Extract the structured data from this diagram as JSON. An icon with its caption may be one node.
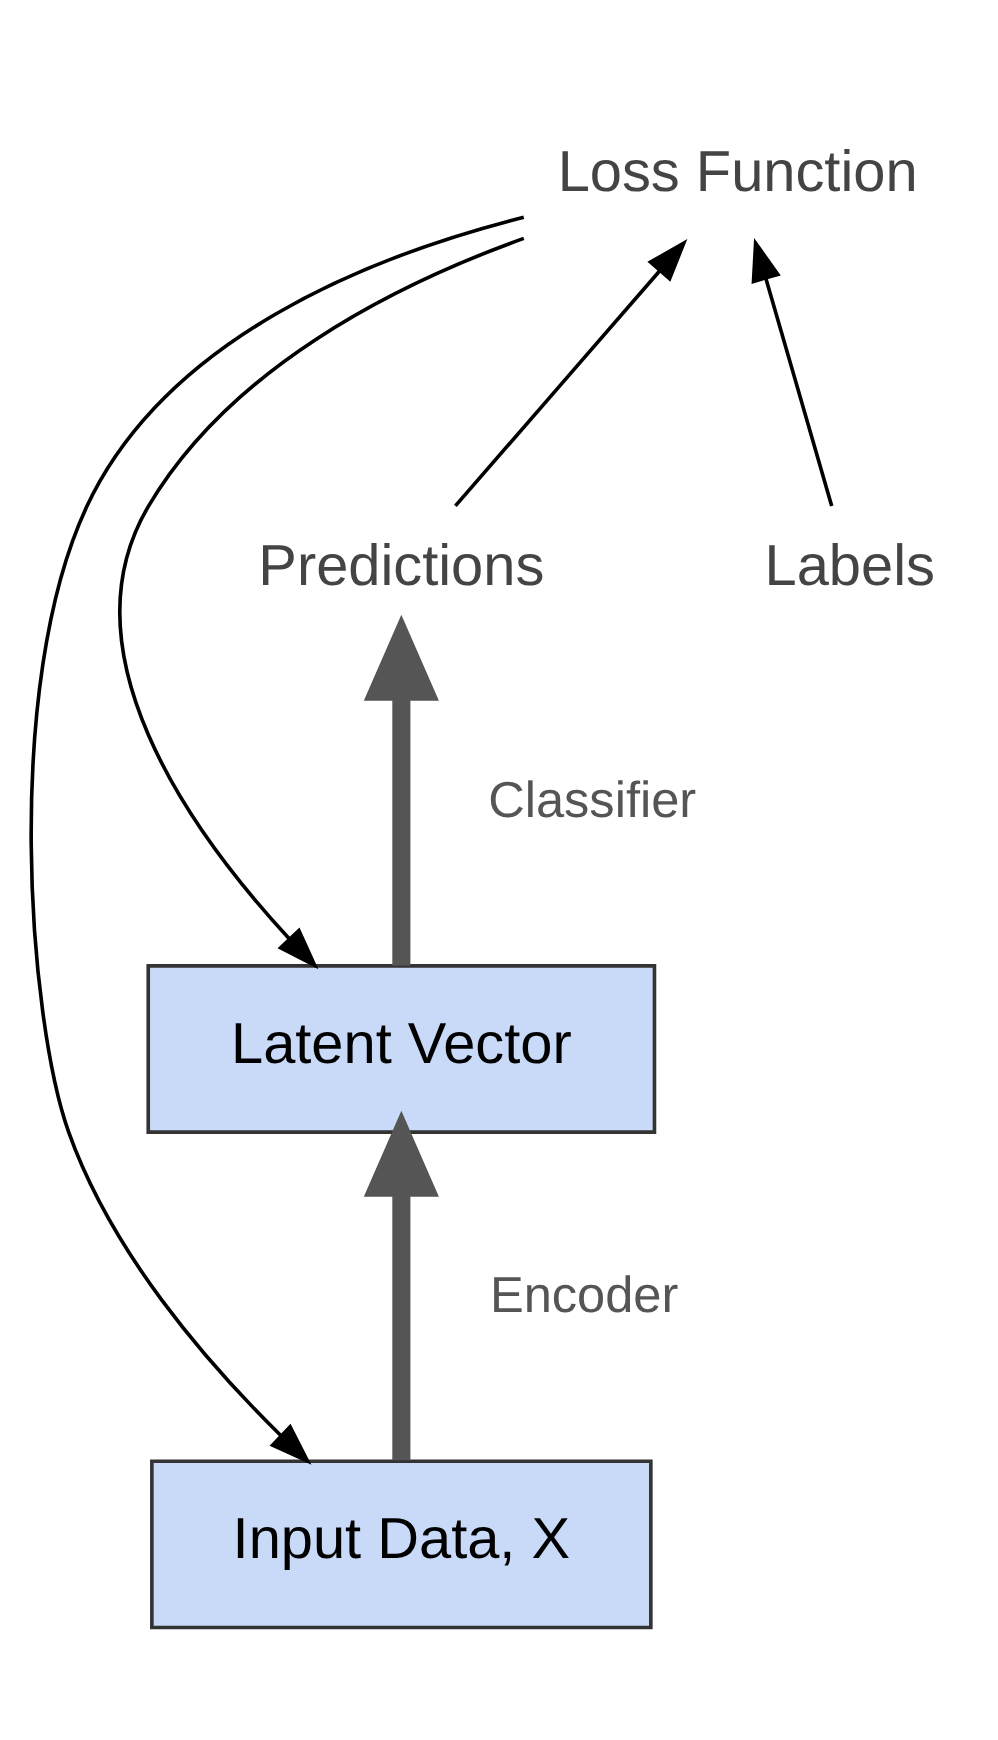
{
  "diagram": {
    "nodes": [
      {
        "text": [
          "Loss Function"
        ]
      },
      {
        "text": [
          "Predictions"
        ]
      },
      {
        "text": [
          "Labels"
        ]
      },
      {
        "text": [
          "Latent Vector"
        ]
      },
      {
        "text": [
          "Input Data, X"
        ]
      }
    ],
    "edges": [
      {
        "from": 1,
        "to": 0,
        "arrow": "to"
      },
      {
        "from": 2,
        "to": 0,
        "arrow": "to"
      },
      {
        "from": 3,
        "to": 1,
        "arrow": "to",
        "label": "Classifier",
        "style": "thick"
      },
      {
        "from": 4,
        "to": 3,
        "arrow": "to",
        "label": "Encoder",
        "style": "thick"
      },
      {
        "from": 0,
        "to": 3,
        "arrow": "to"
      },
      {
        "from": 0,
        "to": 4,
        "arrow": "to"
      }
    ]
  }
}
